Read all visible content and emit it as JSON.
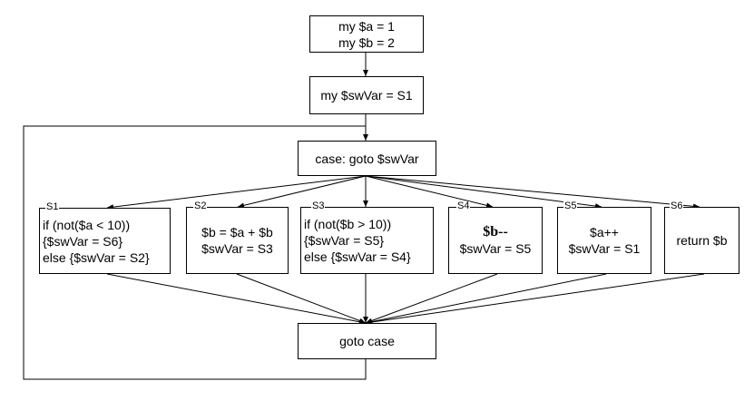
{
  "diagram": {
    "init": {
      "lines": [
        "my $a = 1",
        "my $b = 2"
      ]
    },
    "set_state": {
      "text": "my $swVar = S1"
    },
    "dispatch": {
      "text": "case: goto $swVar"
    },
    "states": [
      {
        "id": "S1",
        "lines": [
          "if (not($a < 10))",
          "{$swVar = S6}",
          "else {$swVar = S2}"
        ]
      },
      {
        "id": "S2",
        "lines": [
          "$b = $a + $b",
          "$swVar = S3"
        ]
      },
      {
        "id": "S3",
        "lines": [
          "if (not($b > 10))",
          "{$swVar = S5}",
          "else {$swVar = S4}"
        ]
      },
      {
        "id": "S4",
        "lines": [
          "$b--",
          "$swVar = S5"
        ]
      },
      {
        "id": "S5",
        "lines": [
          "$a++",
          "$swVar = S1"
        ]
      },
      {
        "id": "S6",
        "lines": [
          "return $b"
        ]
      }
    ],
    "loop": {
      "text": "goto case"
    },
    "edges": [
      {
        "from": "init",
        "to": "set_state"
      },
      {
        "from": "set_state",
        "to": "dispatch"
      },
      {
        "from": "dispatch",
        "to": "S1"
      },
      {
        "from": "dispatch",
        "to": "S2"
      },
      {
        "from": "dispatch",
        "to": "S3"
      },
      {
        "from": "dispatch",
        "to": "S4"
      },
      {
        "from": "dispatch",
        "to": "S5"
      },
      {
        "from": "dispatch",
        "to": "S6"
      },
      {
        "from": "S1",
        "to": "loop"
      },
      {
        "from": "S2",
        "to": "loop"
      },
      {
        "from": "S3",
        "to": "loop"
      },
      {
        "from": "S4",
        "to": "loop"
      },
      {
        "from": "S5",
        "to": "loop"
      },
      {
        "from": "S6",
        "to": "loop"
      },
      {
        "from": "loop",
        "to": "dispatch"
      }
    ]
  }
}
